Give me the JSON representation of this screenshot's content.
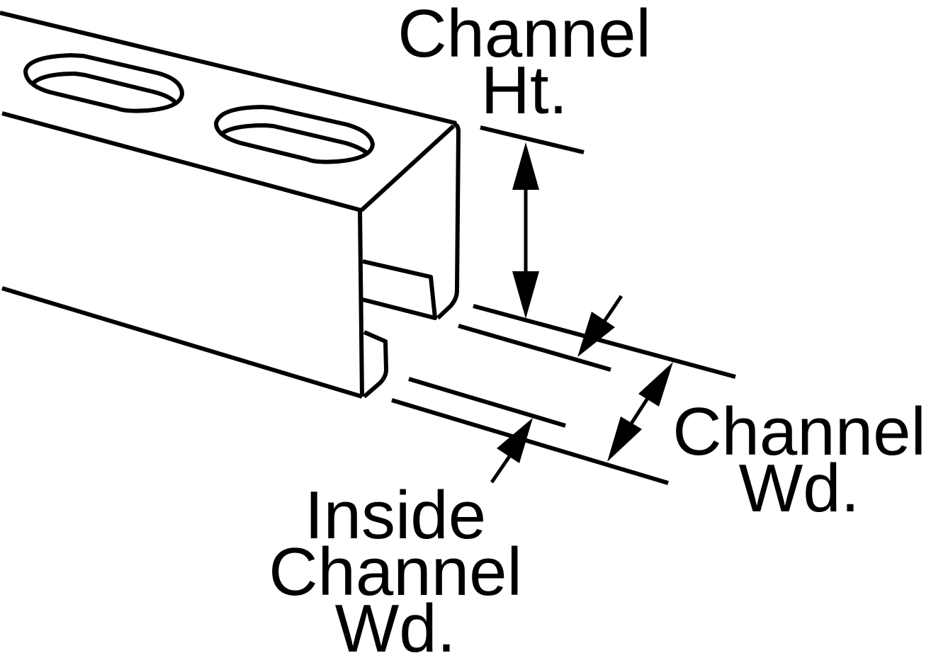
{
  "labels": {
    "channel_height": {
      "line1": "Channel",
      "line2": "Ht."
    },
    "channel_width": {
      "line1": "Channel",
      "line2": "Wd."
    },
    "inside_channel_width": {
      "line1": "Inside",
      "line2": "Channel",
      "line3": "Wd."
    }
  },
  "colors": {
    "ink": "#000000",
    "background": "#ffffff"
  }
}
